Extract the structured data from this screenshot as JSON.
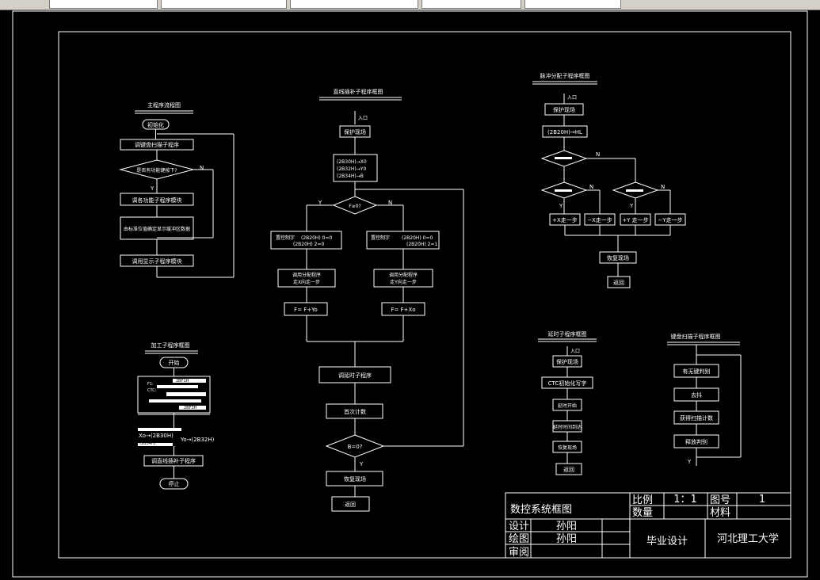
{
  "main_flow": {
    "title": "主程序流程图",
    "init": "初始化",
    "call_keyboard": "调键盘扫描子程序",
    "decision": "是否有功能键按下?",
    "yes": "Y",
    "no": "N",
    "call_func": "调各功能子程序模块",
    "prepare": "由标准位值确定显示缓冲区数据",
    "call_display": "调用显示子程序模块"
  },
  "process_flow": {
    "title": "加工子程序框图",
    "start": "开始",
    "block_lines": [
      "2BF1H",
      "F1:",
      "CTC:",
      "2BF2H",
      "2BF3H"
    ],
    "load_left": "Xo→(2B30H)",
    "load_right": "Yo→(2B32H)",
    "load_small": "(2B34H)",
    "call_interp": "调直线插补子程序",
    "end": "停止"
  },
  "interp_flow": {
    "title": "直线插补子程序框图",
    "entry": "入口",
    "protect": "保护现场",
    "assign_lines": [
      "(2B30H)→X0",
      "(2B32H)→Y0",
      "(2B34H)→B"
    ],
    "judge": "F≥0?",
    "yes": "Y",
    "no": "N",
    "flag_left_label": "置控制字",
    "flag_left_a": "(2B20H) 0=0",
    "flag_left_b": "(2B20H) 2=0",
    "flag_right_label": "置控制字",
    "flag_right_a": "(2B20H) 0=0",
    "flag_right_b": "(2B20H) 2=1",
    "feed_left_a": "调用分配程序",
    "feed_left_b": "走X向走一步",
    "feed_right_a": "调用分配程序",
    "feed_right_b": "走Y向走一步",
    "calc_left": "F= F+Yo",
    "calc_right": "F= F+Xo",
    "call_delay": "调延时子程序",
    "count": "首次计数",
    "end_judge": "B=0?",
    "yes2": "Y",
    "restore": "恢复现场",
    "return": "返回"
  },
  "pulse_flow": {
    "title": "脉冲分配子程序框图",
    "entry": "入口",
    "protect": "保护现场",
    "load": "(2B20H)→HL",
    "no": "N",
    "yes": "Y",
    "out_px": "+X走一步",
    "out_nx": "−X走一步",
    "out_py": "+Y 走一步",
    "out_ny": "−Y走一步",
    "restore": "恢复现场",
    "return": "返回"
  },
  "delay_flow": {
    "title": "延时子程序框图",
    "entry": "入口",
    "protect": "保护现场",
    "ctc": "CTC初始化写字",
    "set_delay": "延时开始",
    "wait": "延时时间到达",
    "restore": "恢复现场",
    "return": "返回"
  },
  "keyboard_flow": {
    "title": "键盘扫描子程序框图",
    "step1": "有无键判别",
    "step2": "去抖",
    "step3": "获得扫描计数",
    "step4": "释放判别",
    "yes": "Y"
  },
  "title_block": {
    "name": "数控系统框图",
    "scale_label": "比例",
    "scale_value": "1：1",
    "fig_label": "图号",
    "fig_value": "1",
    "qty_label": "数量",
    "material_label": "材料",
    "design_label": "设计",
    "design_value": "孙阳",
    "draw_label": "绘图",
    "draw_value": "孙阳",
    "review_label": "审阅",
    "project": "毕业设计",
    "school": "河北理工大学"
  }
}
